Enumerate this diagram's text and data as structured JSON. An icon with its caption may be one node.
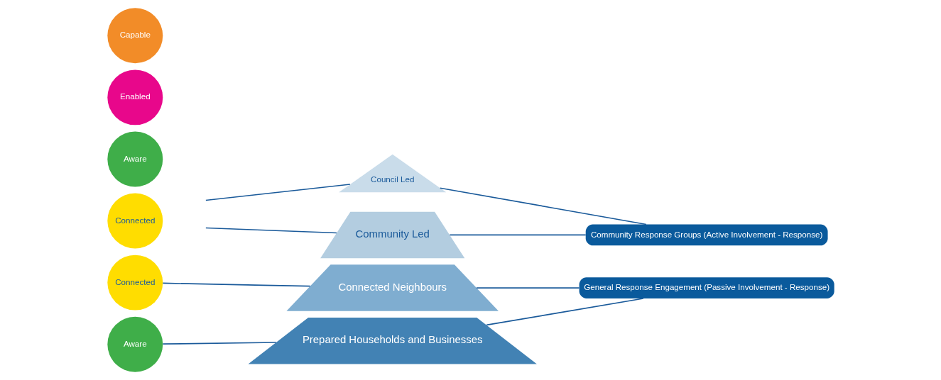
{
  "diagram": {
    "nodes": [
      {
        "text": [
          "Capable"
        ]
      },
      {
        "text": [
          "Enabled"
        ]
      },
      {
        "text": [
          "Aware"
        ]
      },
      {
        "text": [
          "Connected"
        ]
      },
      {
        "text": [
          "Council Led"
        ]
      },
      {
        "text": [
          "Community Led"
        ]
      },
      {
        "text": [
          "Connected Neighbours"
        ]
      },
      {
        "text": [
          "Prepared Households and Businesses"
        ]
      },
      {
        "text": [
          "Community Response Groups (Active Involvement - Response)"
        ]
      },
      {
        "text": [
          "Connected"
        ]
      },
      {
        "text": [
          "Aware"
        ]
      },
      {
        "text": [
          "General Response Engagement (Passive Involvement - Response)"
        ]
      }
    ],
    "edges": [
      {
        "from": null,
        "to": 4,
        "arrow": "none"
      },
      {
        "from": null,
        "to": 5,
        "arrow": "none"
      },
      {
        "from": 4,
        "to": 8,
        "arrow": "none"
      },
      {
        "from": 5,
        "to": 8,
        "arrow": "none"
      },
      {
        "from": 9,
        "to": 6,
        "arrow": "none"
      },
      {
        "from": 6,
        "to": 11,
        "arrow": "none"
      },
      {
        "from": 10,
        "to": 7,
        "arrow": "none"
      },
      {
        "from": 7,
        "to": 11,
        "arrow": "none"
      }
    ]
  }
}
